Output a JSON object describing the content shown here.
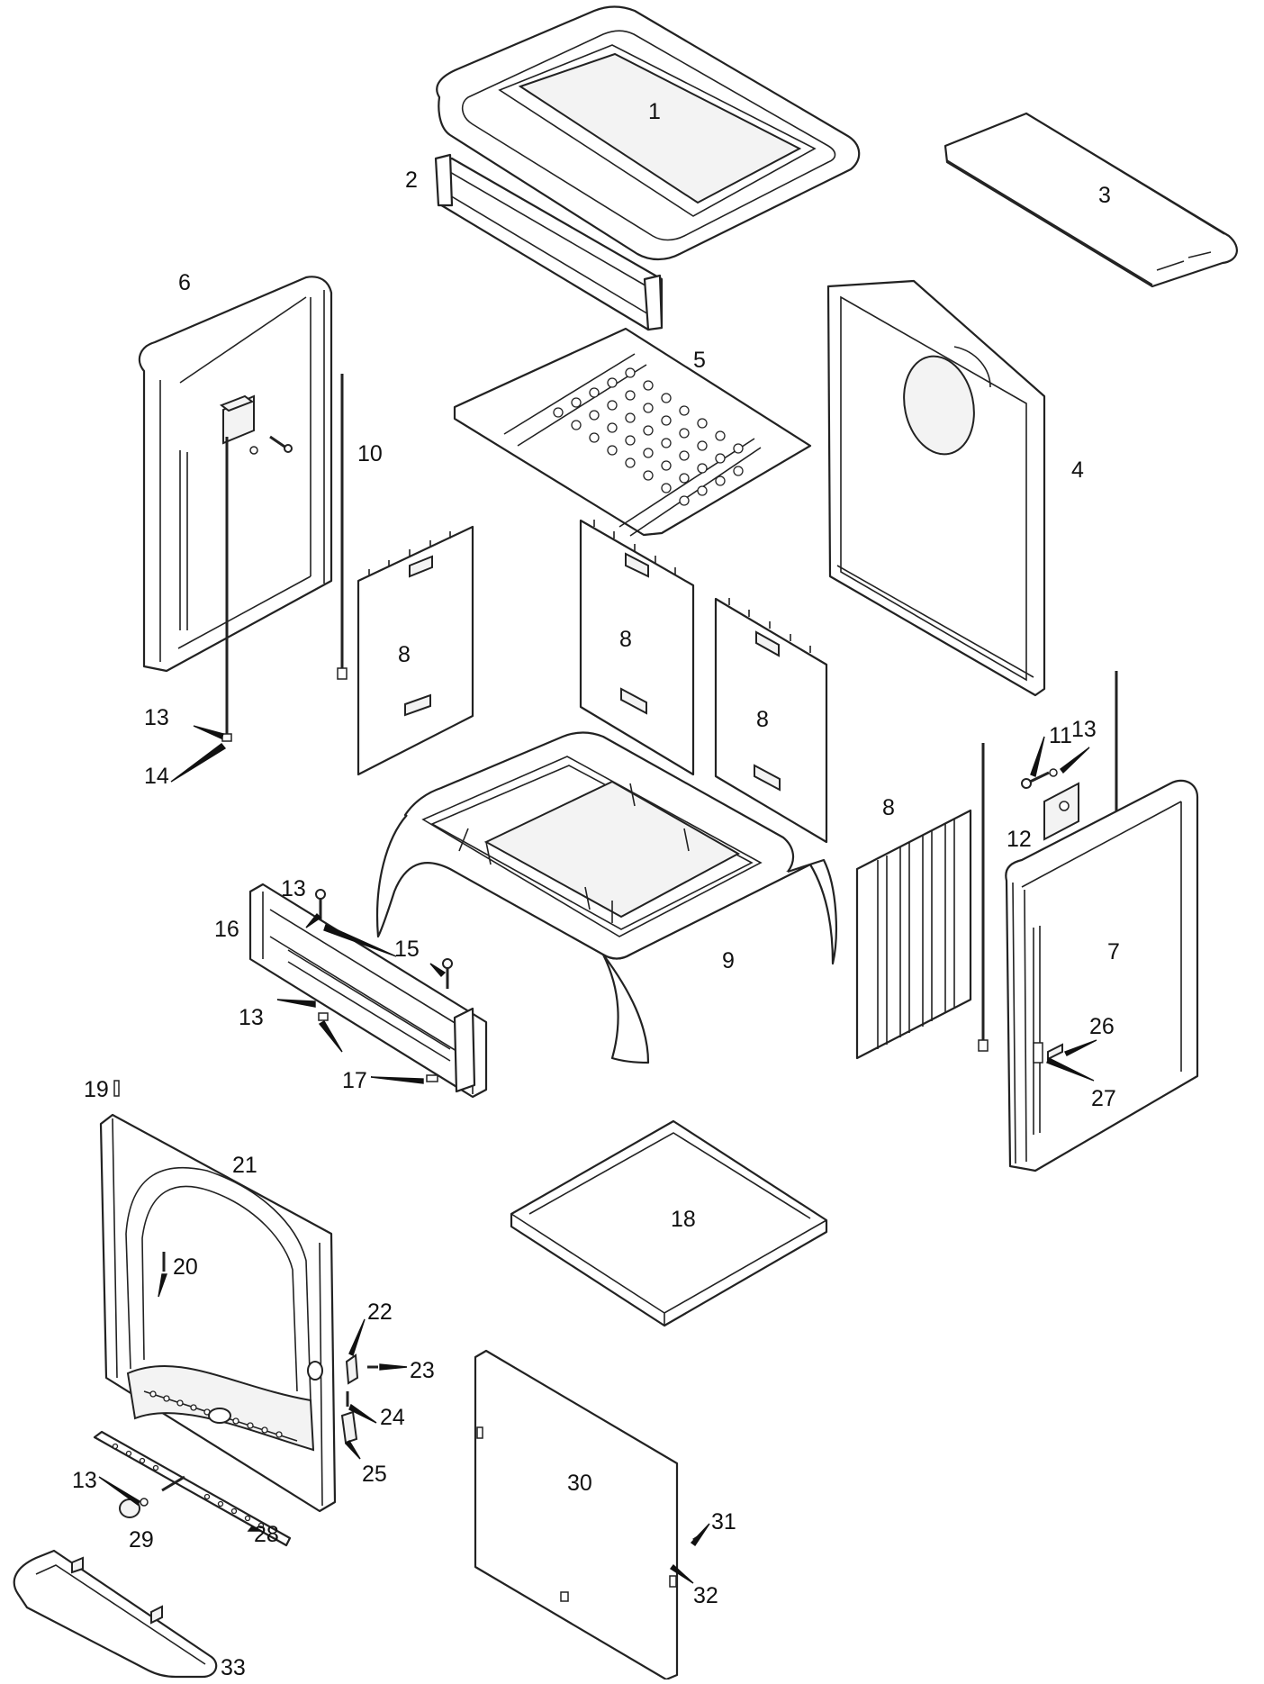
{
  "diagram": {
    "labels": {
      "p1": "1",
      "p2": "2",
      "p3": "3",
      "p4": "4",
      "p5": "5",
      "p6": "6",
      "p7": "7",
      "p8a": "8",
      "p8b": "8",
      "p8c": "8",
      "p8d": "8",
      "p9": "9",
      "p10": "10",
      "p11": "11",
      "p12": "12",
      "p13a": "13",
      "p13b": "13",
      "p13c": "13",
      "p13d": "13",
      "p13e": "13",
      "p14": "14",
      "p15": "15",
      "p16": "16",
      "p17": "17",
      "p18": "18",
      "p19": "19",
      "p20": "20",
      "p21": "21",
      "p22": "22",
      "p23": "23",
      "p24": "24",
      "p25": "25",
      "p26": "26",
      "p27": "27",
      "p28": "28",
      "p29": "29",
      "p30": "30",
      "p31": "31",
      "p32": "32",
      "p33": "33"
    }
  }
}
